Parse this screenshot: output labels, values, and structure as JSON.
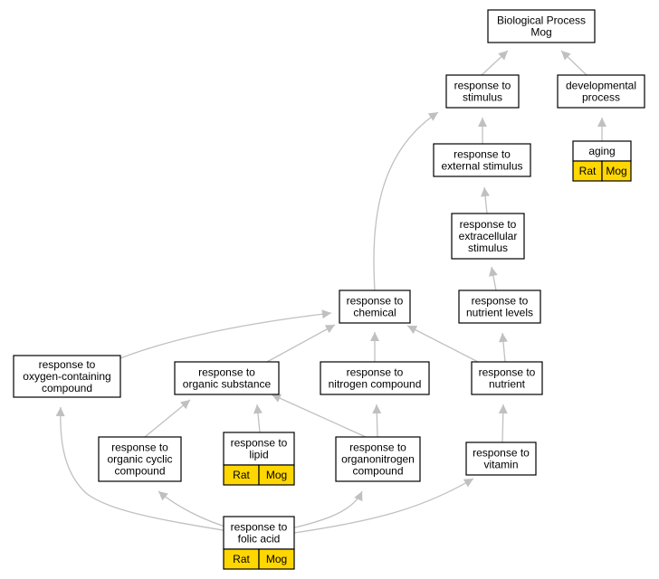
{
  "nodes": [
    {
      "id": "bp",
      "lines": [
        "Biological Process",
        "Mog"
      ]
    },
    {
      "id": "rstim",
      "lines": [
        "response to",
        "stimulus"
      ]
    },
    {
      "id": "dev",
      "lines": [
        "developmental",
        "process"
      ]
    },
    {
      "id": "aging",
      "lines": [
        "aging"
      ],
      "tags": [
        "Rat",
        "Mog"
      ]
    },
    {
      "id": "rext",
      "lines": [
        "response to",
        "external stimulus"
      ]
    },
    {
      "id": "rextc",
      "lines": [
        "response to",
        "extracellular",
        "stimulus"
      ]
    },
    {
      "id": "rchem",
      "lines": [
        "response to",
        "chemical"
      ]
    },
    {
      "id": "rnutl",
      "lines": [
        "response to",
        "nutrient levels"
      ]
    },
    {
      "id": "roxy",
      "lines": [
        "response to",
        "oxygen-containing",
        "compound"
      ]
    },
    {
      "id": "rorg",
      "lines": [
        "response to",
        "organic substance"
      ]
    },
    {
      "id": "rnit",
      "lines": [
        "response to",
        "nitrogen compound"
      ]
    },
    {
      "id": "rnut",
      "lines": [
        "response to",
        "nutrient"
      ]
    },
    {
      "id": "rcyc",
      "lines": [
        "response to",
        "organic cyclic",
        "compound"
      ]
    },
    {
      "id": "rlip",
      "lines": [
        "response to",
        "lipid"
      ],
      "tags": [
        "Rat",
        "Mog"
      ]
    },
    {
      "id": "rorgn",
      "lines": [
        "response to",
        "organonitrogen",
        "compound"
      ]
    },
    {
      "id": "rvit",
      "lines": [
        "response to",
        "vitamin"
      ]
    },
    {
      "id": "rfol",
      "lines": [
        "response to",
        "folic acid"
      ],
      "tags": [
        "Rat",
        "Mog"
      ]
    }
  ],
  "edges": [
    {
      "from": "rstim",
      "to": "bp"
    },
    {
      "from": "dev",
      "to": "bp"
    },
    {
      "from": "aging",
      "to": "dev"
    },
    {
      "from": "rext",
      "to": "rstim"
    },
    {
      "from": "rchem",
      "to": "rstim"
    },
    {
      "from": "rextc",
      "to": "rext"
    },
    {
      "from": "rnutl",
      "to": "rextc"
    },
    {
      "from": "rnut",
      "to": "rnutl"
    },
    {
      "from": "roxy",
      "to": "rchem"
    },
    {
      "from": "rorg",
      "to": "rchem"
    },
    {
      "from": "rnit",
      "to": "rchem"
    },
    {
      "from": "rnut",
      "to": "rchem"
    },
    {
      "from": "rcyc",
      "to": "rorg"
    },
    {
      "from": "rlip",
      "to": "rorg"
    },
    {
      "from": "rorgn",
      "to": "rorg"
    },
    {
      "from": "rorgn",
      "to": "rnit"
    },
    {
      "from": "rvit",
      "to": "rnut"
    },
    {
      "from": "rfol",
      "to": "roxy"
    },
    {
      "from": "rfol",
      "to": "rcyc"
    },
    {
      "from": "rfol",
      "to": "rorgn"
    },
    {
      "from": "rfol",
      "to": "rvit"
    }
  ],
  "colors": {
    "node_fill": "#ffffff",
    "node_stroke": "#000000",
    "tag_fill": "#ffd700",
    "edge": "#c0c0c0"
  }
}
